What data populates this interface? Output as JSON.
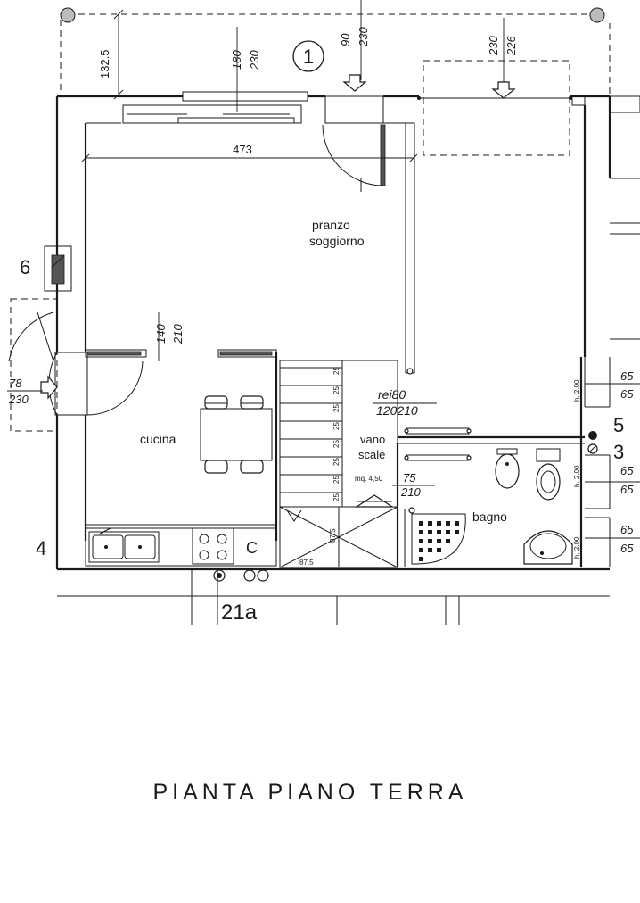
{
  "plan": {
    "title": "PIANTA PIANO TERRA",
    "house_number": "1",
    "lot_label": "21a"
  },
  "rooms": {
    "living": [
      "pranzo",
      "soggiorno"
    ],
    "kitchen": "cucina",
    "stairwell": [
      "vano",
      "scale"
    ],
    "stair_area": "mq. 4,50",
    "bathroom": "bagno",
    "kitchen_mark": "C"
  },
  "dimensions": {
    "top_offset": "132.5",
    "living_width": "473",
    "window_left": [
      "180",
      "230"
    ],
    "door_top": [
      "90",
      "230"
    ],
    "window_right": [
      "226",
      "230"
    ],
    "kitchen_opening": [
      "140",
      "210"
    ],
    "entrance": [
      "78",
      "230"
    ],
    "fire_door": [
      "rei80",
      "120210"
    ],
    "stair_door": [
      "75",
      "210"
    ],
    "stair_tread": "25",
    "stair_landing_v": "87.5",
    "stair_landing_h": "87.5",
    "right_window_1": [
      "65",
      "65"
    ],
    "right_window_2": [
      "65",
      "65"
    ],
    "right_window_3": [
      "65",
      "65"
    ],
    "sill_height": "h. 2.00"
  },
  "view_markers": [
    "6",
    "4",
    "5",
    "3"
  ],
  "colors": {
    "ink": "#1a1a1a",
    "paper": "#ffffff"
  }
}
